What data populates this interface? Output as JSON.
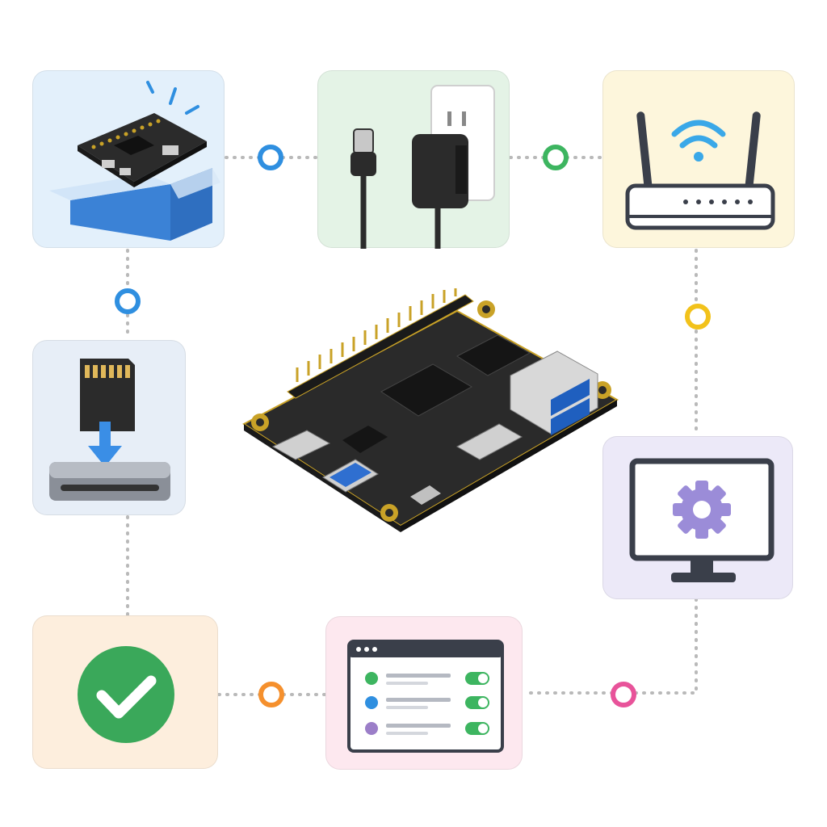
{
  "diagram": {
    "type": "setup-workflow",
    "center_icon": "single-board-computer-icon",
    "steps": [
      {
        "id": "unbox",
        "icon": "board-in-box-icon",
        "bg": "#e3f0fb",
        "connector_color": "#2f8fe0"
      },
      {
        "id": "power",
        "icon": "usb-c-power-adapter-icon",
        "bg": "#e4f3e6",
        "connector_color": "#3db560"
      },
      {
        "id": "network",
        "icon": "wifi-router-icon",
        "bg": "#fdf6dc",
        "connector_color": "#f2c21b"
      },
      {
        "id": "configure",
        "icon": "monitor-settings-icon",
        "bg": "#ece9f8",
        "connector_color": "#e8539a"
      },
      {
        "id": "apps",
        "icon": "settings-window-icon",
        "bg": "#fde8ef",
        "connector_color": "#f5902d"
      },
      {
        "id": "done",
        "icon": "check-circle-icon",
        "bg": "#fdeedd"
      },
      {
        "id": "flash",
        "icon": "microsd-card-insert-icon",
        "bg": "#e7eef7",
        "connector_color": "#2f8fe0"
      }
    ],
    "colors": {
      "blue": "#2f8fe0",
      "green": "#3db560",
      "yellow": "#f2c21b",
      "pink": "#e8539a",
      "orange": "#f5902d",
      "purple": "#9b8cd8",
      "check_green": "#3aa85a",
      "board": "#2a2a2a",
      "gold": "#c9a227"
    }
  }
}
